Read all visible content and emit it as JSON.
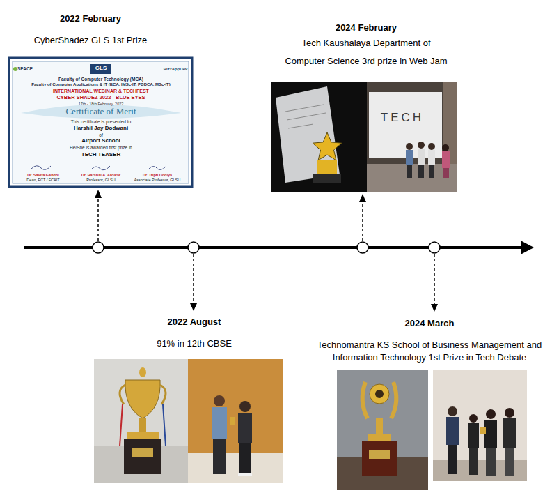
{
  "diagram": {
    "nodes": [
      {
        "text": [
          "2022 February",
          "CyberShadez GLS 1st Prize"
        ]
      },
      {
        "text": [
          "2022 August",
          "91% in 12th CBSE"
        ]
      },
      {
        "text": [
          "2024 February",
          "Tech Kaushalaya Department of Computer Science 3rd prize in Web Jam"
        ]
      },
      {
        "text": [
          "2024 March",
          "Technomantra KS School of Business Management and Information Technology 1st Prize in Tech Debate"
        ]
      }
    ],
    "labels": [
      "SPACE",
      "GLS",
      "BizzAppDev",
      "Faculty of Computer Technology (MCA)",
      "Faculty of Computer Applications & IT (BCA, IMSc-IT, PGDCA, MSc-IT)",
      "INTERNATIONAL WEBINAR & TECHFEST",
      "CYBER SHADEZ 2022 - BLUE EYES",
      "17th - 18th February, 2022",
      "Certificate of Merit",
      "This certificate is presented to",
      "Harshil Jay Dodwani",
      "of",
      "Airport School",
      "He/She is awarded first prize in",
      "TECH TEASER",
      "Dr. Savita Gandhi",
      "Dean, FCT / FCAIT",
      "Dr. Harshal A. Arolkar",
      "Professor, GLSU",
      "Dr. Tripti Dodiya",
      "Associate Professor, GLSU",
      "TECH"
    ]
  }
}
